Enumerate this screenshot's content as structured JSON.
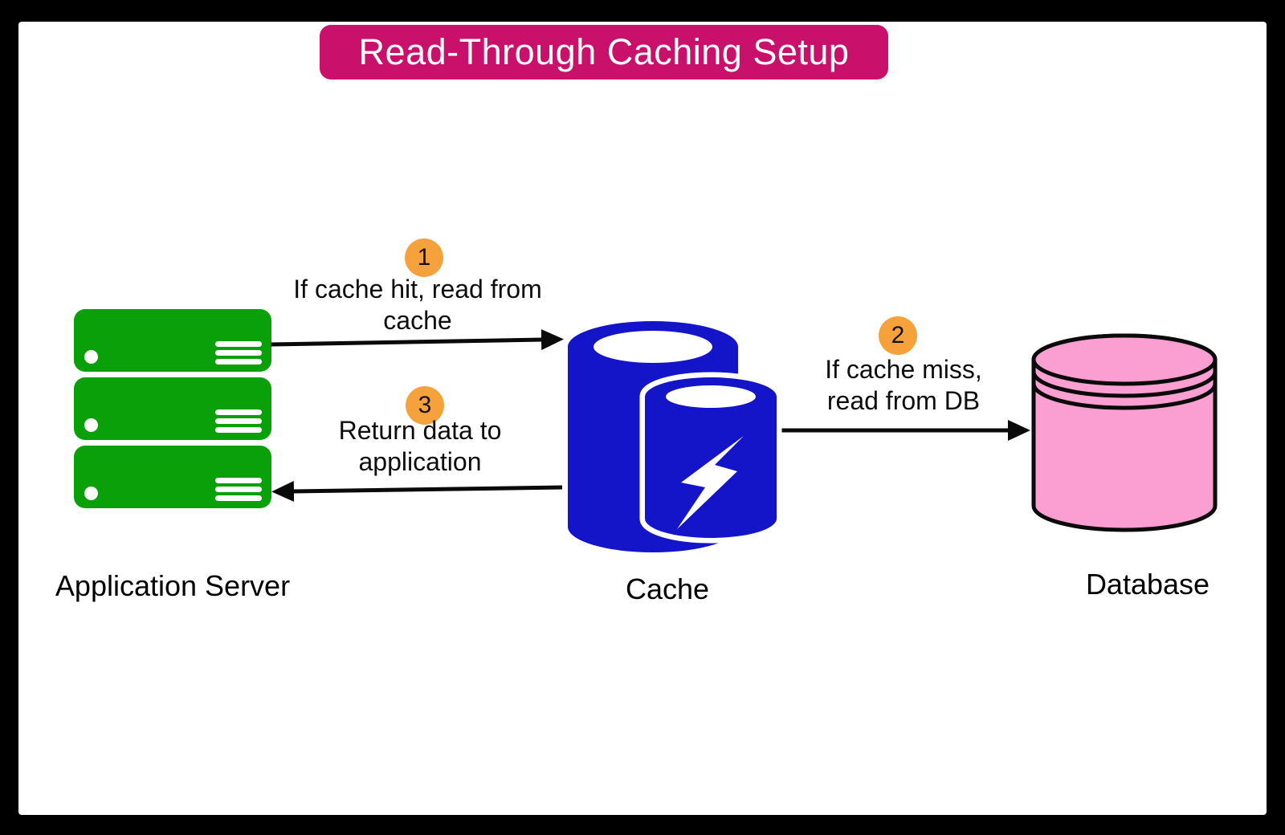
{
  "title": {
    "text": "Read-Through Caching Setup"
  },
  "nodes": {
    "app_server": {
      "label": "Application Server"
    },
    "cache": {
      "label": "Cache"
    },
    "database": {
      "label": "Database"
    }
  },
  "steps": [
    {
      "number": "1",
      "line1": "If cache hit, read from",
      "line2": "cache",
      "from": "Application Server",
      "to": "Cache"
    },
    {
      "number": "2",
      "line1": "If cache miss,",
      "line2": "read from DB",
      "from": "Cache",
      "to": "Database"
    },
    {
      "number": "3",
      "line1": "Return data to",
      "line2": "application",
      "from": "Cache",
      "to": "Application Server"
    }
  ],
  "colors": {
    "banner_bg": "#C9106A",
    "banner_text": "#FFFFFF",
    "server_green": "#0AA00A",
    "cache_blue": "#1414C8",
    "database_pink": "#FB9FD2",
    "badge_orange": "#F5A23C",
    "arrow_black": "#0A0A0A",
    "frame_black": "#000000",
    "background_white": "#FFFFFF"
  }
}
